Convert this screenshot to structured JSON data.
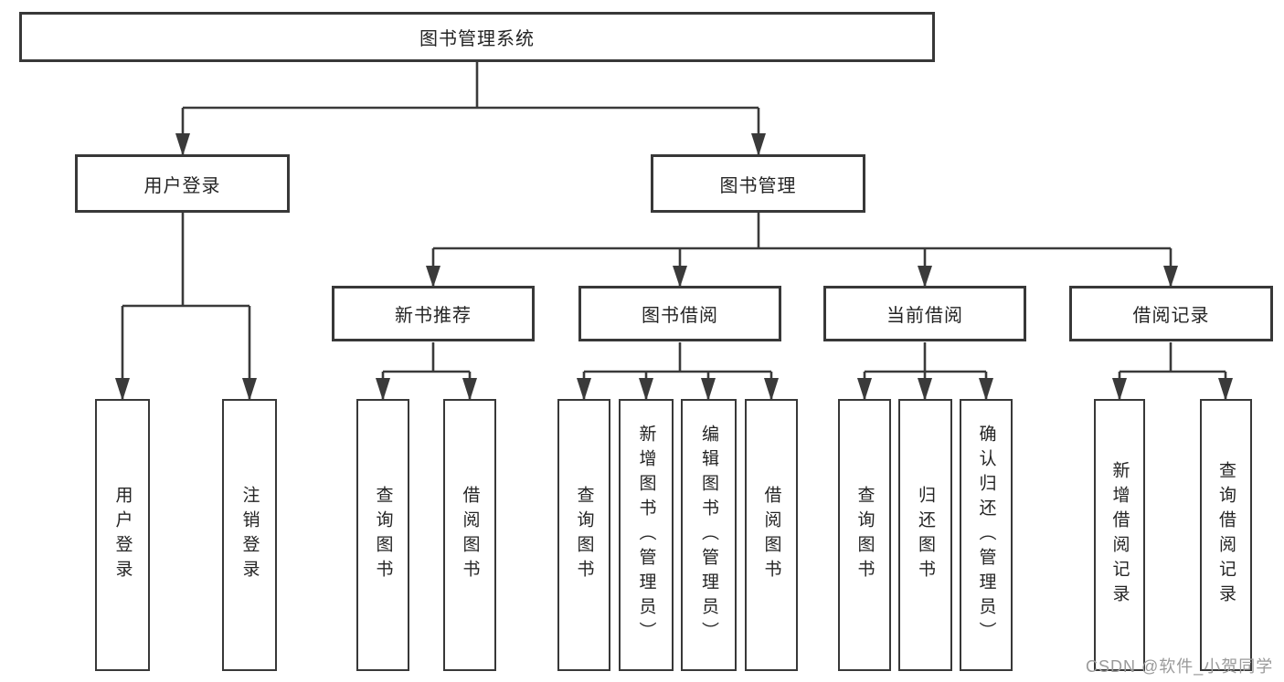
{
  "colors": {
    "line": "#3a3a3a",
    "box_border": "#383838",
    "text": "#242424",
    "watermark": "#9a9a9a",
    "background": "#ffffff"
  },
  "watermark": {
    "text": "CSDN @软件_小贺同学"
  },
  "tree": {
    "label": "图书管理系统",
    "children": [
      {
        "label": "用户登录",
        "children": [
          {
            "label": "用户登录"
          },
          {
            "label": "注销登录"
          }
        ]
      },
      {
        "label": "图书管理",
        "children": [
          {
            "label": "新书推荐",
            "children": [
              {
                "label": "查询图书"
              },
              {
                "label": "借阅图书"
              }
            ]
          },
          {
            "label": "图书借阅",
            "children": [
              {
                "label": "查询图书"
              },
              {
                "label": "新增图书（管理员）"
              },
              {
                "label": "编辑图书（管理员）"
              },
              {
                "label": "借阅图书"
              }
            ]
          },
          {
            "label": "当前借阅",
            "children": [
              {
                "label": "查询图书"
              },
              {
                "label": "归还图书"
              },
              {
                "label": "确认归还（管理员）"
              }
            ]
          },
          {
            "label": "借阅记录",
            "children": [
              {
                "label": "新增借阅记录"
              },
              {
                "label": "查询借阅记录"
              }
            ]
          }
        ]
      }
    ]
  }
}
